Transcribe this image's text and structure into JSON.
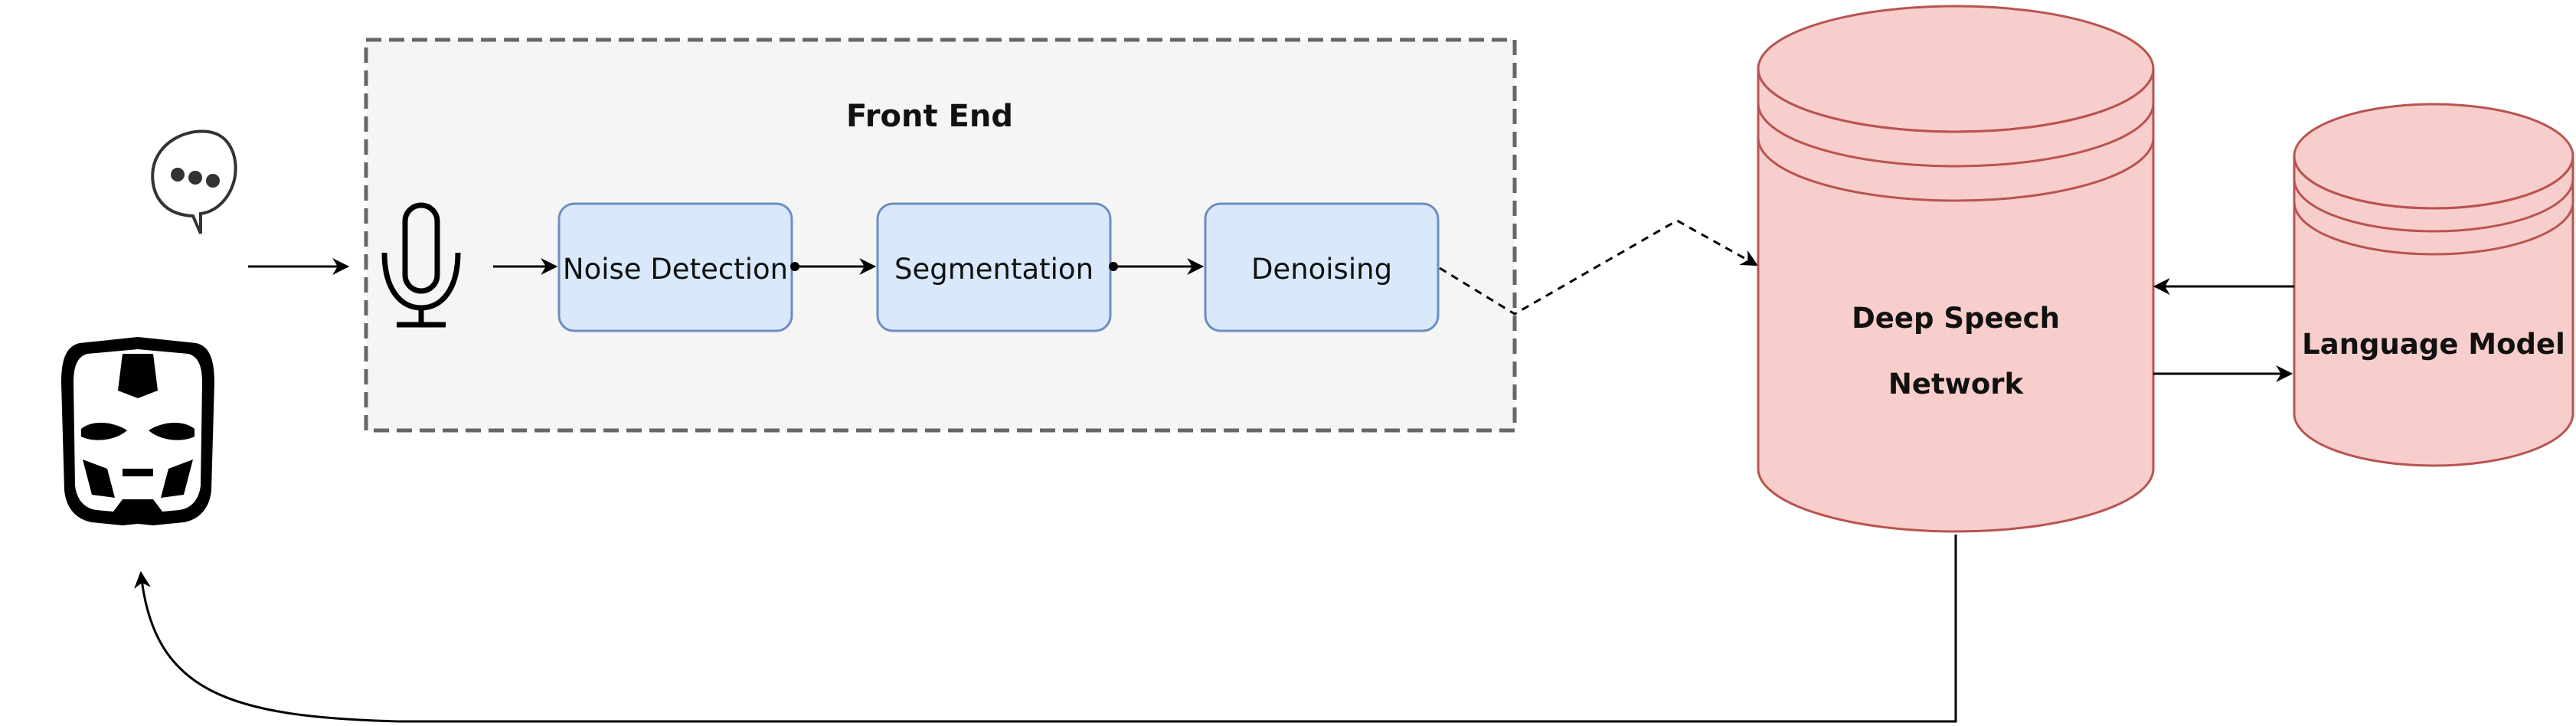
{
  "frontend": {
    "title": "Front End",
    "steps": [
      {
        "label": "Noise Detection"
      },
      {
        "label": "Segmentation"
      },
      {
        "label": "Denoising"
      }
    ]
  },
  "network": {
    "line1": "Deep Speech",
    "line2": "Network"
  },
  "language_model": {
    "label": "Language Model"
  },
  "icons": {
    "speech_bubble": "speech-bubble-icon",
    "microphone": "microphone-icon",
    "robot": "iron-mask-icon"
  },
  "colors": {
    "process_fill": "#dae8fc",
    "process_stroke": "#6c8ebf",
    "database_fill": "#f8cecc",
    "database_stroke": "#b85450",
    "frontend_fill": "#f5f5f5",
    "frontend_stroke": "#666666"
  }
}
